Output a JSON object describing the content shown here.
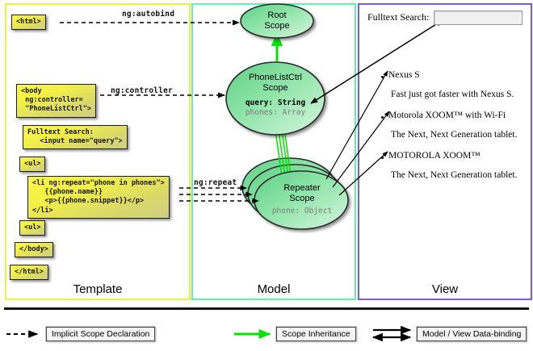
{
  "diagram": {
    "title": "AngularJS Template / Model / View scope diagram",
    "panels": [
      {
        "id": "template",
        "label": "Template",
        "border_color": "#f2ee48"
      },
      {
        "id": "model",
        "label": "Model",
        "border_color": "#5ff2a8"
      },
      {
        "id": "view",
        "label": "View",
        "border_color": "#6f5fe0"
      }
    ]
  },
  "template_panel": {
    "boxes": [
      {
        "id": "html-open",
        "code": "<html>"
      },
      {
        "id": "body-open",
        "code": "<body\n ng:controller=\n \"PhoneListCtrl\">"
      },
      {
        "id": "fulltext-search",
        "code": "Fulltext Search:\n   <input name=\"query\">"
      },
      {
        "id": "ul-open",
        "code": "<ul>"
      },
      {
        "id": "li-repeat",
        "code": "<li ng:repeat=\"phone in phones\">\n   {{phone.name}}\n   <p>{{phone.snippet}}</p>\n</li>"
      },
      {
        "id": "ul-close",
        "code": "<ul>"
      },
      {
        "id": "body-close",
        "code": "</body>"
      },
      {
        "id": "html-close",
        "code": "</html>"
      }
    ]
  },
  "model_panel": {
    "scopes": [
      {
        "id": "root-scope",
        "title_line1": "Root",
        "title_line2": "Scope",
        "props": []
      },
      {
        "id": "phonelistctrl-scope",
        "title_line1": "PhoneListCtrl",
        "title_line2": "Scope",
        "props": [
          {
            "text": "query: String",
            "emphasis": "bold"
          },
          {
            "text": "phones: Array",
            "emphasis": "dim"
          }
        ]
      },
      {
        "id": "repeater-scope",
        "title_line1": "Repeater",
        "title_line2": "Scope",
        "props": [
          {
            "text": "phone: Object",
            "emphasis": "dim"
          }
        ]
      }
    ],
    "edge_labels": [
      {
        "id": "ng-autobind",
        "text": "ng:autobind"
      },
      {
        "id": "ng-controller",
        "text": "ng:controller"
      },
      {
        "id": "ng-repeat",
        "text": "ng:repeat"
      }
    ]
  },
  "view_panel": {
    "search_label": "Fulltext Search:",
    "search_value": "",
    "search_placeholder": "",
    "phones": [
      {
        "name": "Nexus S",
        "snippet": "Fast just got faster with Nexus S."
      },
      {
        "name": "Motorola XOOM™  with Wi-Fi",
        "snippet": "The Next, Next Generation tablet."
      },
      {
        "name": "MOTOROLA XOOM™",
        "snippet": "The Next, Next Generation tablet."
      }
    ]
  },
  "legend": {
    "items": [
      {
        "id": "implicit-scope-declaration",
        "label": "Implicit Scope Declaration",
        "style": "dashed-arrow",
        "color": "#000000"
      },
      {
        "id": "scope-inheritance",
        "label": "Scope Inheritance",
        "style": "solid-arrow",
        "color": "#00e400"
      },
      {
        "id": "model-view-data-binding",
        "label": "Model / View Data-binding",
        "style": "double-arrow",
        "color": "#000000"
      }
    ]
  },
  "colors": {
    "template_border": "#f2ee48",
    "model_border": "#5ff2a8",
    "view_border": "#6f5fe0",
    "scope_fill": "#7ee09a",
    "inheritance_arrow": "#00e400",
    "code_box_fill": "#f3f046"
  }
}
